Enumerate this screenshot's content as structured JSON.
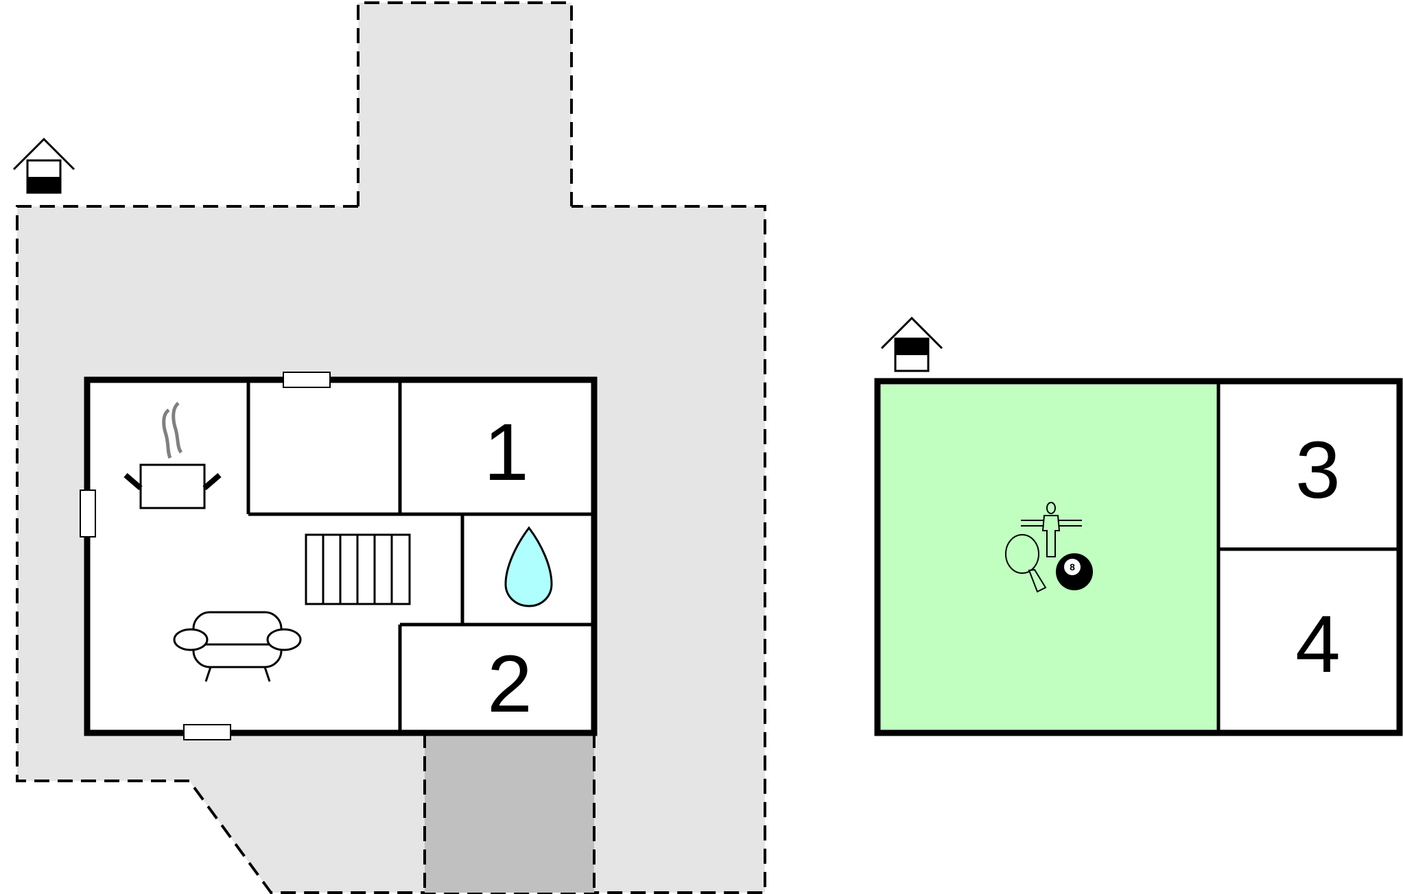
{
  "floorplan": {
    "house": {
      "bedrooms": [
        {
          "number": "1"
        },
        {
          "number": "2"
        }
      ]
    },
    "annex": {
      "bedrooms": [
        {
          "number": "3"
        },
        {
          "number": "4"
        }
      ]
    },
    "icons": {
      "floor_indicator_left": "house-ground-floor-icon",
      "floor_indicator_right": "house-ground-floor-icon",
      "kitchen": "cooking-pot-icon",
      "stairs": "stairs-icon",
      "living": "sofa-icon",
      "bathroom": "water-drop-icon",
      "games": [
        "table-football-icon",
        "table-tennis-icon",
        "billiard-ball-icon"
      ]
    },
    "colors": {
      "terrace": "#e5e5e5",
      "carport": "#c0c0c0",
      "games_room": "#c0ffc0",
      "bathroom_drop": "#b0ffff",
      "walls": "#000000"
    }
  }
}
